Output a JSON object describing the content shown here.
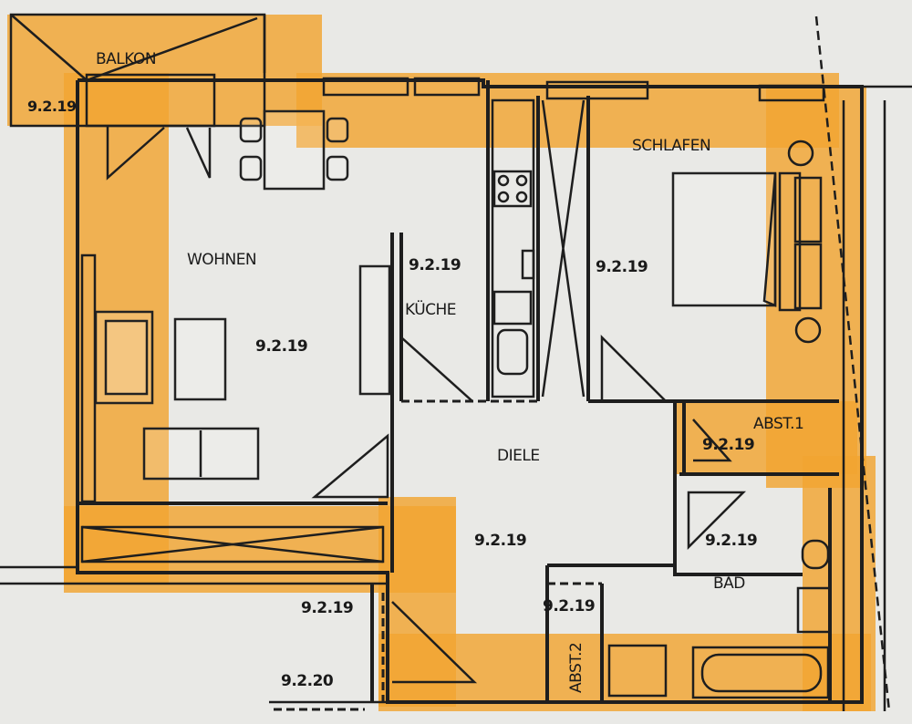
{
  "rooms": {
    "balkon": {
      "name": "BALKON",
      "code": "9.2.19"
    },
    "wohnen": {
      "name": "WOHNEN",
      "code": "9.2.19"
    },
    "kueche": {
      "name": "KÜCHE",
      "code": "9.2.19"
    },
    "schlafen": {
      "name": "SCHLAFEN",
      "code": "9.2.19"
    },
    "abst1": {
      "name": "ABST.1",
      "code": "9.2.19"
    },
    "diele": {
      "name": "DIELE",
      "code": "9.2.19"
    },
    "bad": {
      "name": "BAD",
      "code": "9.2.19"
    },
    "abst2": {
      "name": "ABST.2",
      "code": "9.2.19"
    }
  },
  "external": {
    "corridor_code": "9.2.19",
    "neighbour_code": "9.2.20"
  },
  "colors": {
    "highlight": "#f2a531",
    "paper": "#e9e9e6",
    "lines": "#1e1e1e"
  }
}
